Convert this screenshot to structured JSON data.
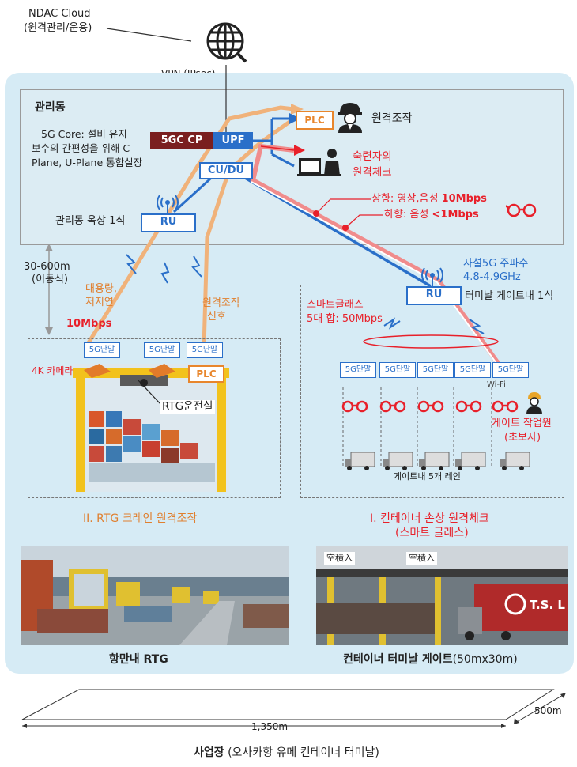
{
  "cloud": {
    "label_line1": "NDAC Cloud",
    "label_line2": "(원격관리/운용)",
    "vpn": "VPN (IPsec)"
  },
  "mgmt": {
    "title": "관리동",
    "desc_line1": "5G Core: 설비 유지",
    "desc_line2": "보수의 간편성을 위해 C-",
    "desc_line3": "Plane, U-Plane 통합실장",
    "core_cp": "5GC CP",
    "core_upf": "UPF",
    "cudu": "CU/DU",
    "plc": "PLC",
    "remote_control": "원격조작",
    "expert_line1": "숙련자의",
    "expert_line2": "원격체크",
    "uplink_text": "상향: 영상,음성 ",
    "uplink_rate": "10Mbps",
    "downlink_text": "하향: 음성 ",
    "downlink_rate": "<1Mbps",
    "roof_ru": "RU",
    "roof_label": "관리동 옥상 1식"
  },
  "distance": {
    "line1": "30-600m",
    "line2": "(이동식)"
  },
  "rtg_side": {
    "cap_line1": "대용량,",
    "cap_line2": "저지연",
    "rate": "10Mbps",
    "signal_line1": "원격조작",
    "signal_line2": "신호",
    "terminals": [
      "5G단말",
      "5G단말",
      "5G단말"
    ],
    "camera": "4K 카메라",
    "plc": "PLC",
    "cabin": "RTG운전실",
    "section_title": "II. RTG 크레인 원격조작",
    "photo_caption": "항만내 RTG"
  },
  "gate_side": {
    "freq_line1": "사설5G 주파수",
    "freq_line2": "4.8-4.9GHz",
    "ru": "RU",
    "ru_label": "터미날 게이트내 1식",
    "glasses_line1": "스마트글래스",
    "glasses_line2": "5대 합: 50Mbps",
    "terminals": [
      "5G단말",
      "5G단말",
      "5G단말",
      "5G단말",
      "5G단말"
    ],
    "wifi": "Wi-Fi",
    "worker_line1": "게이트 작업원",
    "worker_line2": "(초보자)",
    "lanes": "게이트내 5개 레인",
    "section_title_line1": "I. 컨테이너 손상 원격체크",
    "section_title_line2": "(스마트 글래스)",
    "photo_caption_bold": "컨테이너 터미날 게이트",
    "photo_caption_rest": "(50mx30m)",
    "gate_sign": "空積入",
    "truck_text": "T.S. L"
  },
  "site": {
    "width": "1,350m",
    "depth": "500m",
    "caption_bold": "사업장",
    "caption_rest": " (오사카항 유메 컨테이너 터미날)"
  },
  "colors": {
    "blue": "#2a6fc9",
    "orange": "#e8862c",
    "red": "#e8202a",
    "dark_red": "#8a1c1c",
    "panel": "#d6ebf5"
  }
}
